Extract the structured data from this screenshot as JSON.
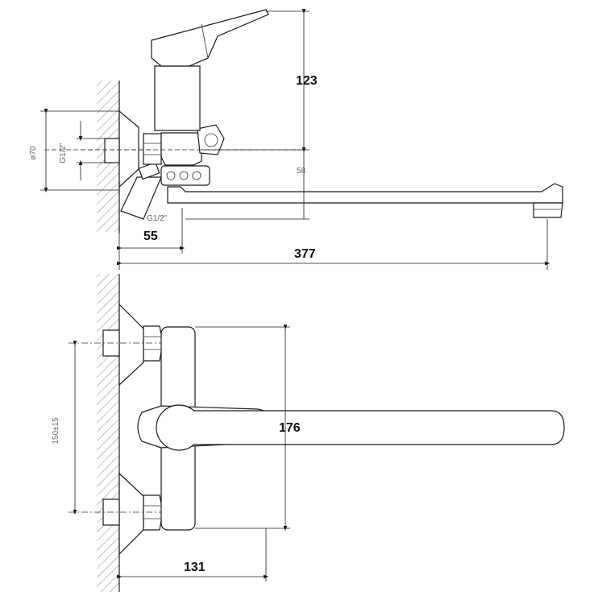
{
  "side_view": {
    "dim_height": "123",
    "dim_diameter": "ø70",
    "dim_thread": "G1/2\"",
    "dim_spout_offset": "58",
    "dim_thread_lower": "G1/2\"",
    "dim_depth": "55",
    "dim_reach": "377"
  },
  "front_view": {
    "dim_center_distance": "150±15",
    "dim_height": "176",
    "dim_wall_offset": "131"
  }
}
